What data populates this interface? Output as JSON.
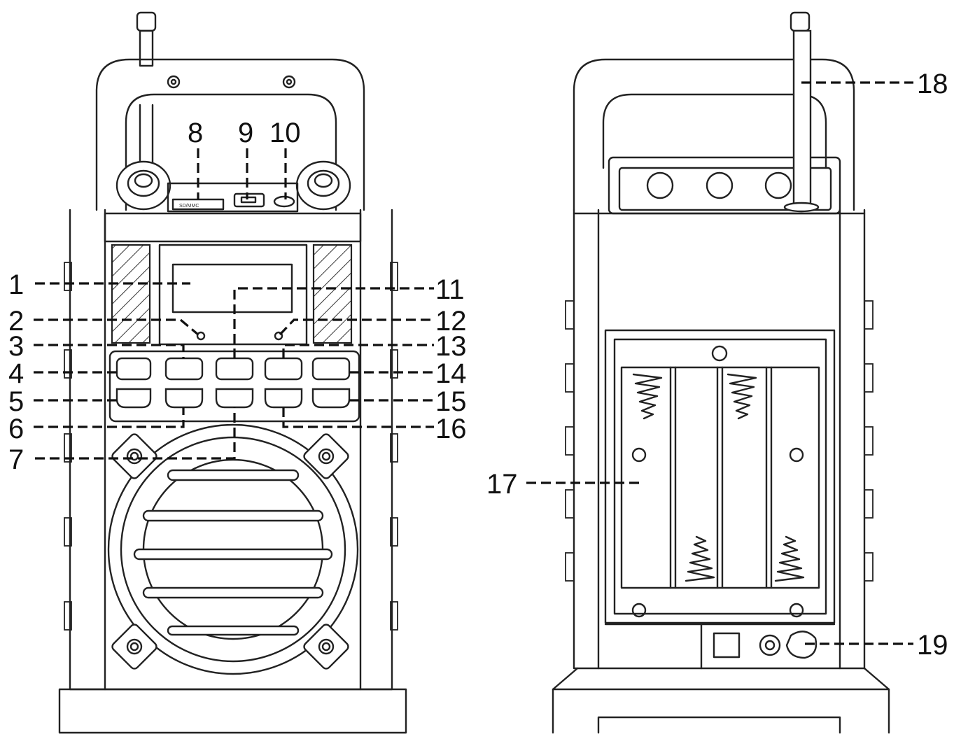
{
  "callouts": {
    "c1": "1",
    "c2": "2",
    "c3": "3",
    "c4": "4",
    "c5": "5",
    "c6": "6",
    "c7": "7",
    "c8": "8",
    "c9": "9",
    "c10": "10",
    "c11": "11",
    "c12": "12",
    "c13": "13",
    "c14": "14",
    "c15": "15",
    "c16": "16",
    "c17": "17",
    "c18": "18",
    "c19": "19"
  },
  "port_labels": {
    "card_slot": "SD/MMC"
  },
  "colors": {
    "line": "#222222",
    "background": "#ffffff"
  }
}
